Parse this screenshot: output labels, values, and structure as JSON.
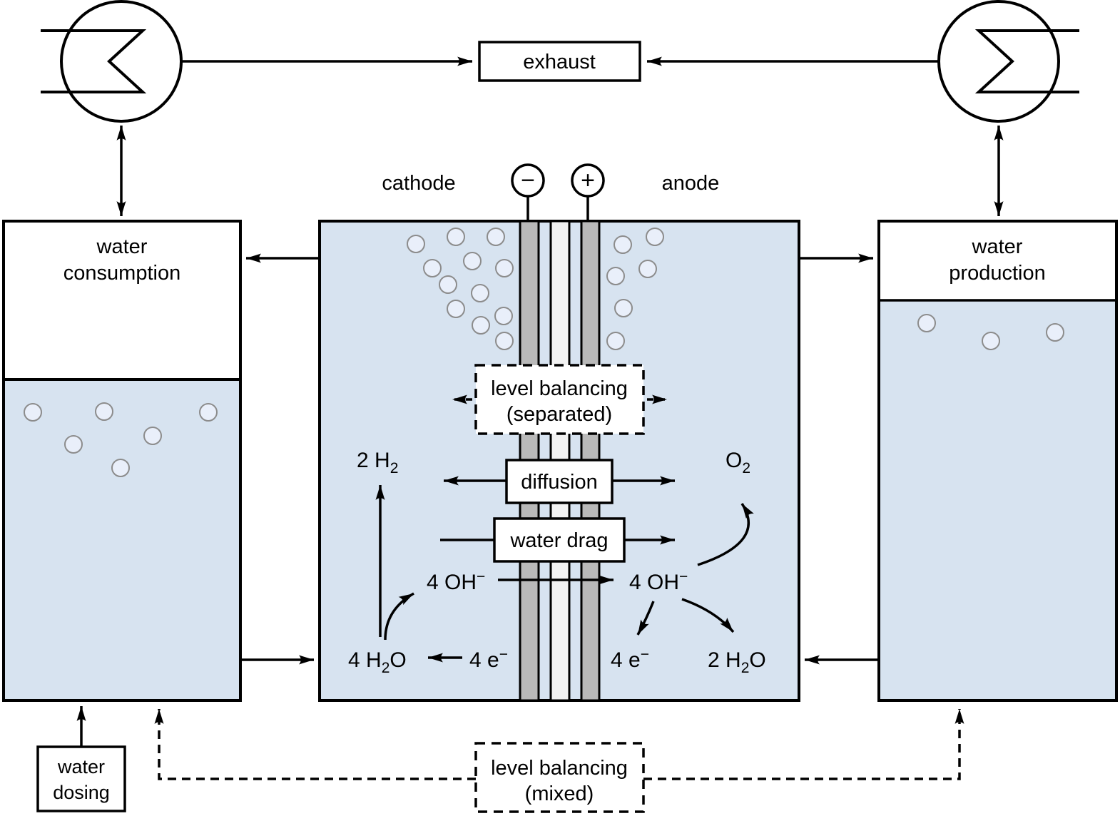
{
  "colors": {
    "liquid_blue": "#d7e3f0",
    "bubble_fill": "#e9effa",
    "bubble_stroke": "#8c8c8c",
    "electrode_gray": "#b9b9b9",
    "membrane_white": "#f2f2f2",
    "line_black": "#000000",
    "box_white": "#ffffff"
  },
  "top": {
    "exhaust_label": "exhaust"
  },
  "terminals": {
    "minus": "−",
    "plus": "+",
    "cathode": "cathode",
    "anode": "anode"
  },
  "tanks": {
    "consumption": {
      "line1": "water",
      "line2": "consumption"
    },
    "production": {
      "line1": "water",
      "line2": "production"
    },
    "dosing": {
      "line1": "water",
      "line2": "dosing"
    }
  },
  "cell": {
    "level_balancing_separated": {
      "line1": "level balancing",
      "line2": "(separated)"
    },
    "diffusion_label": "diffusion",
    "water_drag_label": "water drag",
    "level_balancing_mixed": {
      "line1": "level balancing",
      "line2": "(mixed)"
    },
    "species": {
      "h2": {
        "main": "2 H",
        "sub": "2"
      },
      "o2": {
        "main": "O",
        "sub": "2"
      },
      "oh_left": {
        "main": "4 OH",
        "sup": "−"
      },
      "oh_right": {
        "main": "4 OH",
        "sup": "−"
      },
      "h2o_left": {
        "main": "4 H",
        "sub": "2",
        "post": "O"
      },
      "e_left": {
        "main": "4 e",
        "sup": "−"
      },
      "e_right": {
        "main": "4 e",
        "sup": "−"
      },
      "h2o_right": {
        "main": "2 H",
        "sub": "2",
        "post": "O"
      }
    }
  }
}
